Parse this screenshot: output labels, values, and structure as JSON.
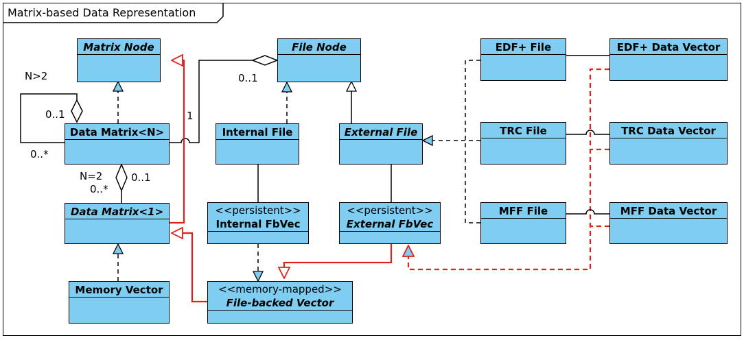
{
  "frame": {
    "title": "Matrix-based Data Representation"
  },
  "classes": {
    "matrix_node": {
      "name": "Matrix Node"
    },
    "file_node": {
      "name": "File Node"
    },
    "data_matrix_n": {
      "name": "Data Matrix<N>"
    },
    "internal_file": {
      "name": "Internal File"
    },
    "external_file": {
      "name": "External File"
    },
    "data_matrix_1": {
      "name": "Data Matrix<1>"
    },
    "internal_fbvec": {
      "stereotype": "<<persistent>>",
      "name": "Internal FbVec"
    },
    "external_fbvec": {
      "stereotype": "<<persistent>>",
      "name": "External FbVec"
    },
    "memory_vector": {
      "name": "Memory Vector"
    },
    "file_backed_vector": {
      "stereotype": "<<memory-mapped>>",
      "name": "File-backed Vector"
    },
    "edf_file": {
      "name": "EDF+ File"
    },
    "trc_file": {
      "name": "TRC File"
    },
    "mff_file": {
      "name": "MFF File"
    },
    "edf_data_vector": {
      "name": "EDF+ Data Vector"
    },
    "trc_data_vector": {
      "name": "TRC Data Vector"
    },
    "mff_data_vector": {
      "name": "MFF Data Vector"
    }
  },
  "labels": {
    "n_gt_2": "N>2",
    "self_mult_upper": "0..1",
    "self_mult_lower": "0..*",
    "file_node_mult": "0..1",
    "one": "1",
    "n_eq_2": "N=2",
    "dm1_mult_upper": "0..1",
    "dm1_mult_lower": "0..*"
  },
  "colors": {
    "class_fill": "#7fcdf0",
    "line": "#000000",
    "highlight": "#e0201b"
  }
}
